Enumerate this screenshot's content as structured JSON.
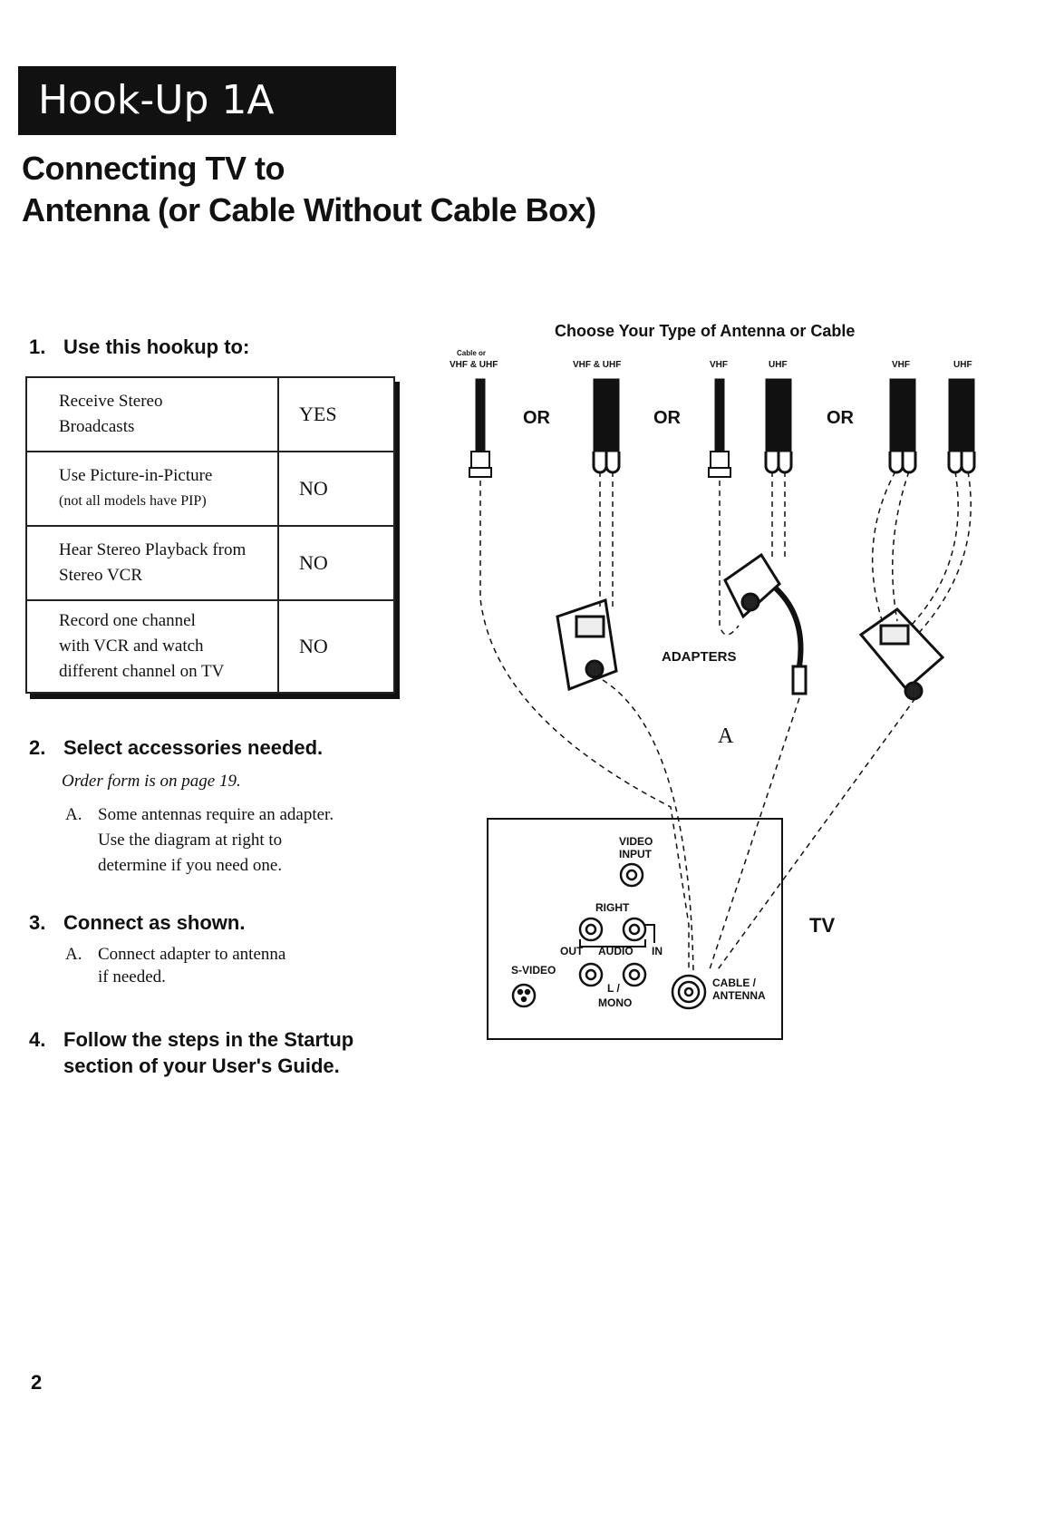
{
  "banner": "Hook-Up 1A",
  "title_line1": "Connecting TV to",
  "title_line2": "Antenna (or Cable Without Cable Box)",
  "step1": {
    "num": "1.",
    "heading": "Use this hookup to:"
  },
  "table_rows": [
    {
      "l1": "Receive Stereo",
      "l2": "Broadcasts",
      "l3": "",
      "value": "YES"
    },
    {
      "l1": "Use Picture-in-Picture",
      "l2": "(not all models have PIP)",
      "l3": "",
      "value": "NO"
    },
    {
      "l1": "Hear Stereo Playback from",
      "l2": "Stereo VCR",
      "l3": "",
      "value": "NO"
    },
    {
      "l1": "Record one channel",
      "l2": "with VCR and watch",
      "l3": "different channel on TV",
      "value": "NO"
    }
  ],
  "step2": {
    "num": "2.",
    "heading": "Select accessories needed.",
    "note": "Order form is on page 19.",
    "a_label": "A.",
    "a_l1": "Some antennas require an adapter.",
    "a_l2": "Use the diagram at right to",
    "a_l3": "determine if you need one."
  },
  "step3": {
    "num": "3.",
    "heading": "Connect as shown.",
    "a_label": "A.",
    "a_l1": "Connect adapter to antenna",
    "a_l2": "if needed."
  },
  "step4": {
    "num": "4.",
    "l1": "Follow the steps in the Startup",
    "l2": "section of your User's Guide."
  },
  "page_number": "2",
  "diagram": {
    "title": "Choose Your Type of Antenna or Cable",
    "label_cable_or1": "Cable or",
    "label_cable_or2": "VHF & UHF",
    "label_vhf_uhf": "VHF & UHF",
    "label_vhf": "VHF",
    "label_uhf": "UHF",
    "or": "OR",
    "adapters": "ADAPTERS",
    "marker_a": "A",
    "tv": "TV",
    "video1": "VIDEO",
    "video2": "INPUT",
    "right": "RIGHT",
    "out": "OUT",
    "audio": "AUDIO",
    "in": "IN",
    "svideo": "S-VIDEO",
    "lmono1": "L /",
    "lmono2": "MONO",
    "cable1": "CABLE /",
    "cable2": "ANTENNA"
  }
}
